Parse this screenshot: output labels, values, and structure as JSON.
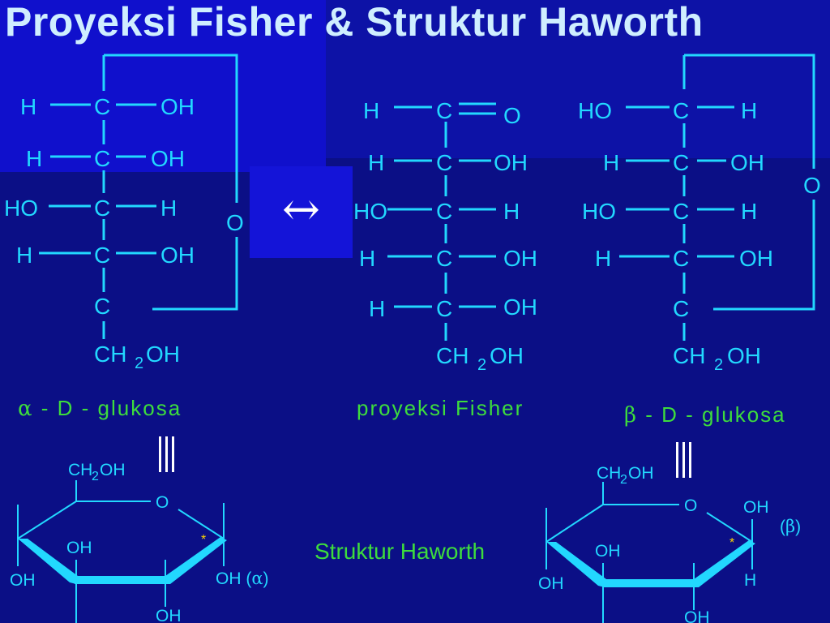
{
  "title": "Proyeksi Fisher & Struktur Haworth",
  "arrow_symbol": "↔",
  "equiv_symbol": "|||",
  "colors": {
    "background": "#0b0f86",
    "panel_bright": "#1414d8",
    "structure_lines": "#22d8ff",
    "label_green": "#3ddc3d",
    "title": "#cfeeff",
    "asterisk": "#ffd700"
  },
  "alpha_fisher": {
    "rows": [
      {
        "left": "H",
        "center": "C",
        "right": "OH"
      },
      {
        "left": "H",
        "center": "C",
        "right": "OH"
      },
      {
        "left": "HO",
        "center": "C",
        "right": "H"
      },
      {
        "left": "H",
        "center": "C",
        "right": "OH"
      },
      {
        "left": "",
        "center": "C",
        "right": ""
      }
    ],
    "ring_oxygen": "O",
    "bottom_ch": "CH",
    "bottom_sub": "2",
    "bottom_oh": "OH",
    "caption_symbol": "α",
    "caption_text": "- D - glukosa"
  },
  "open_fisher": {
    "rows": [
      {
        "left": "H",
        "center": "C",
        "right": "O"
      },
      {
        "left": "H",
        "center": "C",
        "right": "OH"
      },
      {
        "left": "HO",
        "center": "C",
        "right": "H"
      },
      {
        "left": "H",
        "center": "C",
        "right": "OH"
      },
      {
        "left": "H",
        "center": "C",
        "right": "OH"
      }
    ],
    "bottom_ch": "CH",
    "bottom_sub": "2",
    "bottom_oh": "OH",
    "caption_text": "proyeksi Fisher"
  },
  "beta_fisher": {
    "rows": [
      {
        "left": "HO",
        "center": "C",
        "right": "H"
      },
      {
        "left": "H",
        "center": "C",
        "right": "OH"
      },
      {
        "left": "HO",
        "center": "C",
        "right": "H"
      },
      {
        "left": "H",
        "center": "C",
        "right": "OH"
      },
      {
        "left": "",
        "center": "C",
        "right": ""
      }
    ],
    "ring_oxygen": "O",
    "bottom_ch": "CH",
    "bottom_sub": "2",
    "bottom_oh": "OH",
    "caption_symbol": "β",
    "caption_text": "- D - glukosa"
  },
  "haworth_caption": "Struktur Haworth",
  "haworth_alpha": {
    "ch2oh": "CH",
    "ch2oh_sub": "2",
    "ch2oh_tail": "OH",
    "ring_o": "O",
    "oh_top_inner": "OH",
    "oh_left": "OH",
    "oh_anomeric": "OH (",
    "anomeric_symbol": "α",
    "anomeric_close": ")",
    "oh_bottom": "OH",
    "asterisk": "*"
  },
  "haworth_beta": {
    "ch2oh": "CH",
    "ch2oh_sub": "2",
    "ch2oh_tail": "OH",
    "ring_o": "O",
    "oh_top_right": "OH",
    "anomeric_label": "(",
    "anomeric_symbol": "β",
    "anomeric_close": ")",
    "oh_top_inner": "OH",
    "oh_left": "OH",
    "h_anomeric": "H",
    "oh_bottom": "OH",
    "asterisk": "*"
  }
}
